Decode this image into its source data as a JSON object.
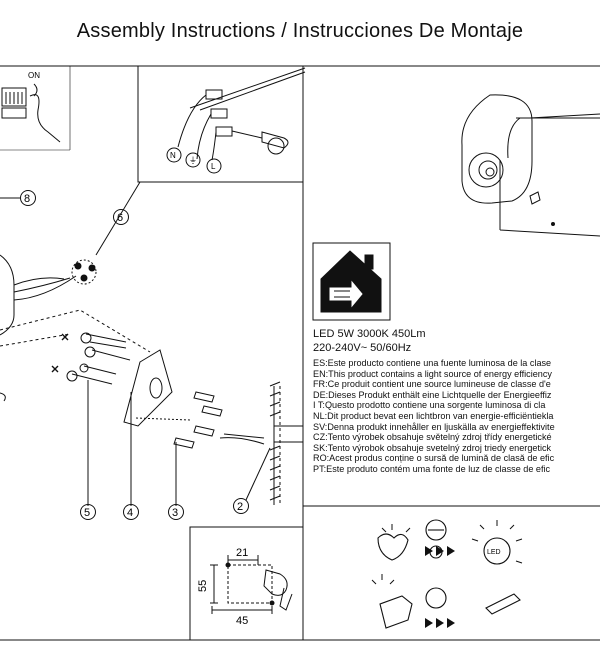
{
  "header": {
    "title": "Assembly Instructions / Instrucciones De Montaje"
  },
  "wiring": {
    "switch_label": "ON",
    "terminals": [
      "N",
      "⏚",
      "L"
    ]
  },
  "callouts": {
    "c8": "8",
    "c6": "6",
    "c5": "5",
    "c4": "4",
    "c3": "3",
    "c2": "2"
  },
  "drill_template": {
    "dim_top": "21",
    "dim_side": "55",
    "dim_bottom": "45"
  },
  "specs": {
    "lamp": "LED 5W 3000K 450Lm",
    "power": "220-240V~  50/60Hz",
    "languages": [
      "ES:Este producto contiene una fuente luminosa de la clase",
      "EN:This product contains a light source of energy efficiency",
      "FR:Ce produit contient une source lumineuse de classe d'e",
      "DE:Dieses Produkt enthält eine Lichtquelle der Energieeffiz",
      "I T:Questo prodotto contiene una sorgente luminosa di cla",
      "NL:Dit product bevat een lichtbron van energie-efficiëntiekla",
      "SV:Denna produkt innehåller en ljuskälla av energieffektivite",
      "CZ:Tento výrobek obsahuje světelný zdroj třídy energetické",
      "SK:Tento výrobok obsahuje svetelný zdroj triedy energetick",
      "RO:Acest produs conține o sursă de lumină de clasă de efic",
      "PT:Este produto contém uma fonte de luz de classe de efic"
    ]
  },
  "icons": {
    "led_label": "LED"
  }
}
